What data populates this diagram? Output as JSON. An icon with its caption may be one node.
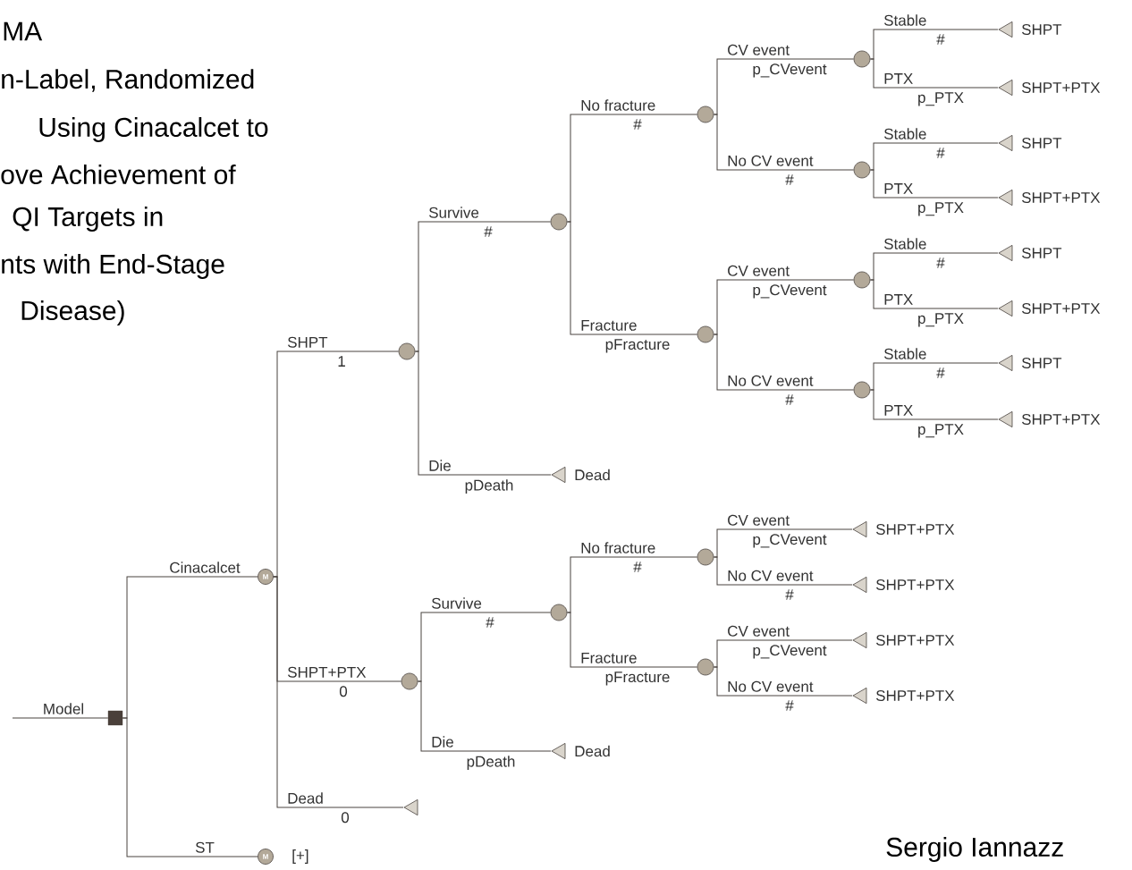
{
  "diagram": {
    "nodes": [
      {
        "text": [],
        "shape": "box",
        "beside": [
          "Model"
        ]
      },
      {
        "text": [
          "M"
        ],
        "beside": [
          "Cinacalcet"
        ]
      },
      {
        "text": [],
        "shape": "circle",
        "beside": [
          "SHPT",
          "1"
        ]
      },
      {
        "text": [],
        "shape": "circle",
        "beside": [
          "Survive",
          "#"
        ]
      },
      {
        "text": [],
        "shape": "circle",
        "beside": [
          "No fracture",
          "#"
        ]
      },
      {
        "text": [],
        "shape": "circle",
        "beside": [
          "CV event",
          "p_CVevent"
        ]
      },
      {
        "text": [],
        "shape": "triangle",
        "beside": [
          "Stable",
          "#",
          "SHPT"
        ]
      },
      {
        "text": [],
        "shape": "triangle",
        "beside": [
          "PTX",
          "p_PTX",
          "SHPT+PTX"
        ]
      },
      {
        "text": [],
        "shape": "circle",
        "beside": [
          "No CV event",
          "#"
        ]
      },
      {
        "text": [],
        "shape": "triangle",
        "beside": [
          "Stable",
          "#",
          "SHPT"
        ]
      },
      {
        "text": [],
        "shape": "triangle",
        "beside": [
          "PTX",
          "p_PTX",
          "SHPT+PTX"
        ]
      },
      {
        "text": [],
        "shape": "circle",
        "beside": [
          "Fracture",
          "pFracture"
        ]
      },
      {
        "text": [],
        "shape": "circle",
        "beside": [
          "CV event",
          "p_CVevent"
        ]
      },
      {
        "text": [],
        "shape": "triangle",
        "beside": [
          "Stable",
          "#",
          "SHPT"
        ]
      },
      {
        "text": [],
        "shape": "triangle",
        "beside": [
          "PTX",
          "p_PTX",
          "SHPT+PTX"
        ]
      },
      {
        "text": [],
        "shape": "circle",
        "beside": [
          "No CV event",
          "#"
        ]
      },
      {
        "text": [],
        "shape": "triangle",
        "beside": [
          "Stable",
          "#",
          "SHPT"
        ]
      },
      {
        "text": [],
        "shape": "triangle",
        "beside": [
          "PTX",
          "p_PTX",
          "SHPT+PTX"
        ]
      },
      {
        "text": [],
        "shape": "triangle",
        "beside": [
          "Die",
          "pDeath",
          "Dead"
        ]
      },
      {
        "text": [],
        "shape": "circle",
        "beside": [
          "SHPT+PTX",
          "0"
        ]
      },
      {
        "text": [],
        "shape": "circle",
        "beside": [
          "Survive",
          "#"
        ]
      },
      {
        "text": [],
        "shape": "circle",
        "beside": [
          "No fracture",
          "#"
        ]
      },
      {
        "text": [],
        "shape": "triangle",
        "beside": [
          "CV event",
          "p_CVevent",
          "SHPT+PTX"
        ]
      },
      {
        "text": [],
        "shape": "triangle",
        "beside": [
          "No CV event",
          "#",
          "SHPT+PTX"
        ]
      },
      {
        "text": [],
        "shape": "circle",
        "beside": [
          "Fracture",
          "pFracture"
        ]
      },
      {
        "text": [],
        "shape": "triangle",
        "beside": [
          "CV event",
          "p_CVevent",
          "SHPT+PTX"
        ]
      },
      {
        "text": [],
        "shape": "triangle",
        "beside": [
          "No CV event",
          "#",
          "SHPT+PTX"
        ]
      },
      {
        "text": [],
        "shape": "triangle",
        "beside": [
          "Die",
          "pDeath",
          "Dead"
        ]
      },
      {
        "text": [],
        "shape": "triangle",
        "beside": [
          "Dead",
          "0"
        ]
      },
      {
        "text": [
          "M"
        ],
        "beside": [
          "ST",
          "[+]"
        ]
      }
    ],
    "edges": [
      {
        "from": null,
        "to": 0,
        "arrow": "none"
      },
      {
        "from": 0,
        "to": 1,
        "arrow": "none"
      },
      {
        "from": 0,
        "to": 29,
        "arrow": "none"
      },
      {
        "from": 1,
        "to": 2,
        "arrow": "none"
      },
      {
        "from": 1,
        "to": 19,
        "arrow": "none"
      },
      {
        "from": 1,
        "to": 28,
        "arrow": "none"
      },
      {
        "from": 2,
        "to": 3,
        "arrow": "none"
      },
      {
        "from": 2,
        "to": 18,
        "arrow": "none"
      },
      {
        "from": 3,
        "to": 4,
        "arrow": "none"
      },
      {
        "from": 3,
        "to": 11,
        "arrow": "none"
      },
      {
        "from": 4,
        "to": 5,
        "arrow": "none"
      },
      {
        "from": 4,
        "to": 8,
        "arrow": "none"
      },
      {
        "from": 5,
        "to": 6,
        "arrow": "none"
      },
      {
        "from": 5,
        "to": 7,
        "arrow": "none"
      },
      {
        "from": 8,
        "to": 9,
        "arrow": "none"
      },
      {
        "from": 8,
        "to": 10,
        "arrow": "none"
      },
      {
        "from": 11,
        "to": 12,
        "arrow": "none"
      },
      {
        "from": 11,
        "to": 15,
        "arrow": "none"
      },
      {
        "from": 12,
        "to": 13,
        "arrow": "none"
      },
      {
        "from": 12,
        "to": 14,
        "arrow": "none"
      },
      {
        "from": 15,
        "to": 16,
        "arrow": "none"
      },
      {
        "from": 15,
        "to": 17,
        "arrow": "none"
      },
      {
        "from": 19,
        "to": 20,
        "arrow": "none"
      },
      {
        "from": 19,
        "to": 27,
        "arrow": "none"
      },
      {
        "from": 20,
        "to": 21,
        "arrow": "none"
      },
      {
        "from": 20,
        "to": 24,
        "arrow": "none"
      },
      {
        "from": 21,
        "to": 22,
        "arrow": "none"
      },
      {
        "from": 21,
        "to": 23,
        "arrow": "none"
      },
      {
        "from": 24,
        "to": 25,
        "arrow": "none"
      },
      {
        "from": 24,
        "to": 26,
        "arrow": "none"
      }
    ],
    "labels": [
      "MA",
      "n-Label, Randomized",
      "Using Cinacalcet to",
      "ove Achievement of",
      "QI Targets in",
      "nts with End-Stage",
      "Disease)",
      "Sergio Iannazz"
    ]
  }
}
